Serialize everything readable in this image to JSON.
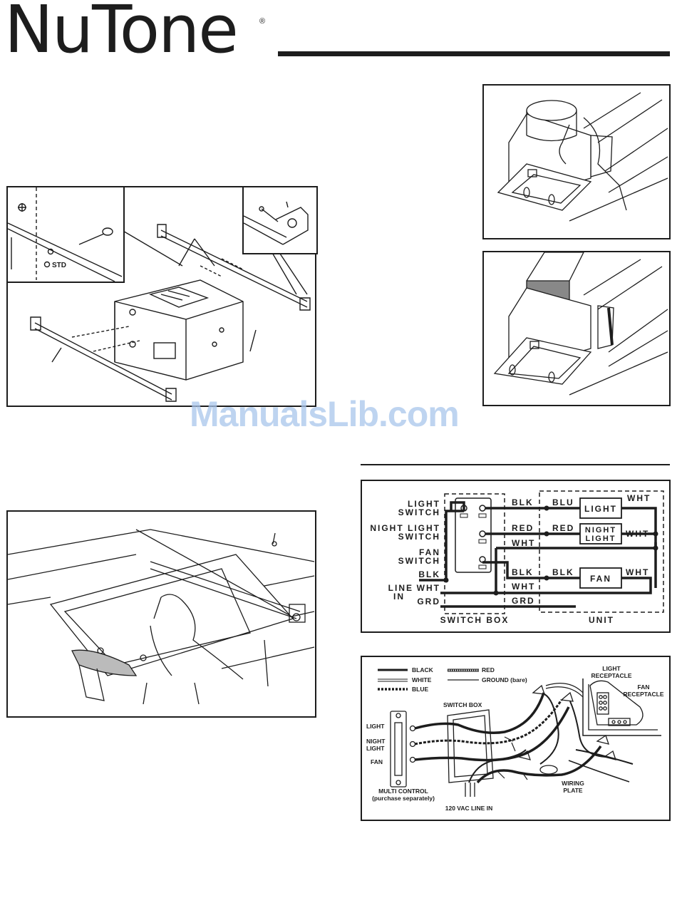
{
  "header": {
    "brand": "NuTone",
    "registered": "®"
  },
  "figure_mount": {
    "inset_label": "STD"
  },
  "watermark": "ManualsLib.com",
  "wiring_diagram": {
    "light_switch": [
      "LIGHT",
      "SWITCH"
    ],
    "night_light_switch": [
      "NIGHT LIGHT",
      "SWITCH"
    ],
    "fan_switch": [
      "FAN",
      "SWITCH"
    ],
    "line_in": [
      "LINE",
      "IN"
    ],
    "blk": "BLK",
    "wht": "WHT",
    "grd": "GRD",
    "blu": "BLU",
    "red": "RED",
    "light": "LIGHT",
    "night_light": [
      "NIGHT",
      "LIGHT"
    ],
    "fan": "FAN",
    "switch_box": "SWITCH BOX",
    "unit": "UNIT"
  },
  "connection_diagram": {
    "legend": {
      "black": "BLACK",
      "white": "WHITE",
      "blue": "BLUE",
      "red": "RED",
      "ground": "GROUND (bare)"
    },
    "switch_box": "SWITCH BOX",
    "light": "LIGHT",
    "night_light": [
      "NIGHT",
      "LIGHT"
    ],
    "fan": "FAN",
    "multi_control": [
      "MULTI CONTROL",
      "(purchase separately)"
    ],
    "line_in": "120 VAC LINE IN",
    "light_receptacle": [
      "LIGHT",
      "RECEPTACLE"
    ],
    "fan_receptacle": [
      "FAN",
      "RECEPTACLE"
    ],
    "wiring_plate": [
      "WIRING",
      "PLATE"
    ]
  },
  "colors": {
    "ink": "#1d1d1d",
    "watermark": "#a9c6ec"
  }
}
